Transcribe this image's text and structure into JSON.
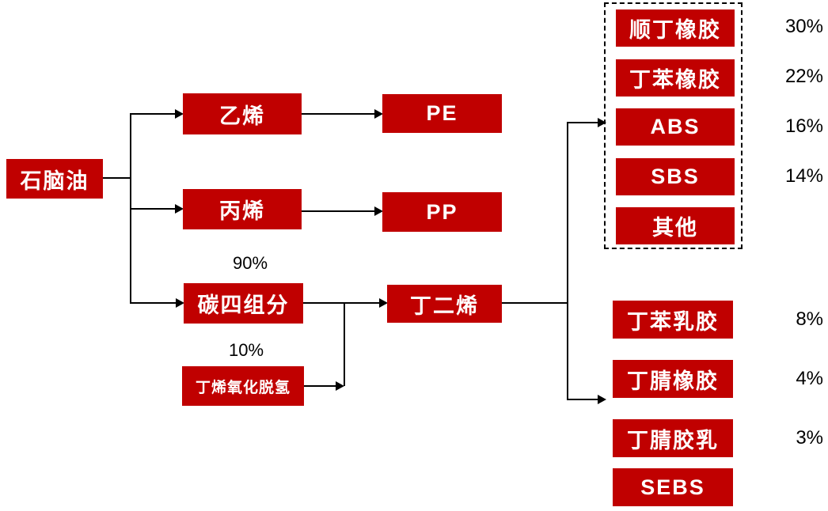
{
  "diagram": {
    "background_color": "#ffffff",
    "box_color": "#c00000",
    "box_text_color": "#ffffff",
    "line_color": "#000000",
    "nodes": {
      "naphtha": "石脑油",
      "ethylene": "乙烯",
      "propylene": "丙烯",
      "c4_fraction": "碳四组分",
      "butene_oxidative_dehydrogenation": "丁烯氧化脱氢",
      "pe": "PE",
      "pp": "PP",
      "butadiene": "丁二烯"
    },
    "flow_labels": {
      "c4_route_share": "90%",
      "odh_route_share": "10%"
    },
    "rubber_group": {
      "items": [
        {
          "label": "顺丁橡胶",
          "share": "30%"
        },
        {
          "label": "丁苯橡胶",
          "share": "22%"
        },
        {
          "label": "ABS",
          "share": "16%"
        },
        {
          "label": "SBS",
          "share": "14%"
        },
        {
          "label": "其他",
          "share": ""
        }
      ]
    },
    "other_products": [
      {
        "label": "丁苯乳胶",
        "share": "8%"
      },
      {
        "label": "丁腈橡胶",
        "share": "4%"
      },
      {
        "label": "丁腈胶乳",
        "share": "3%"
      },
      {
        "label": "SEBS",
        "share": ""
      }
    ]
  }
}
